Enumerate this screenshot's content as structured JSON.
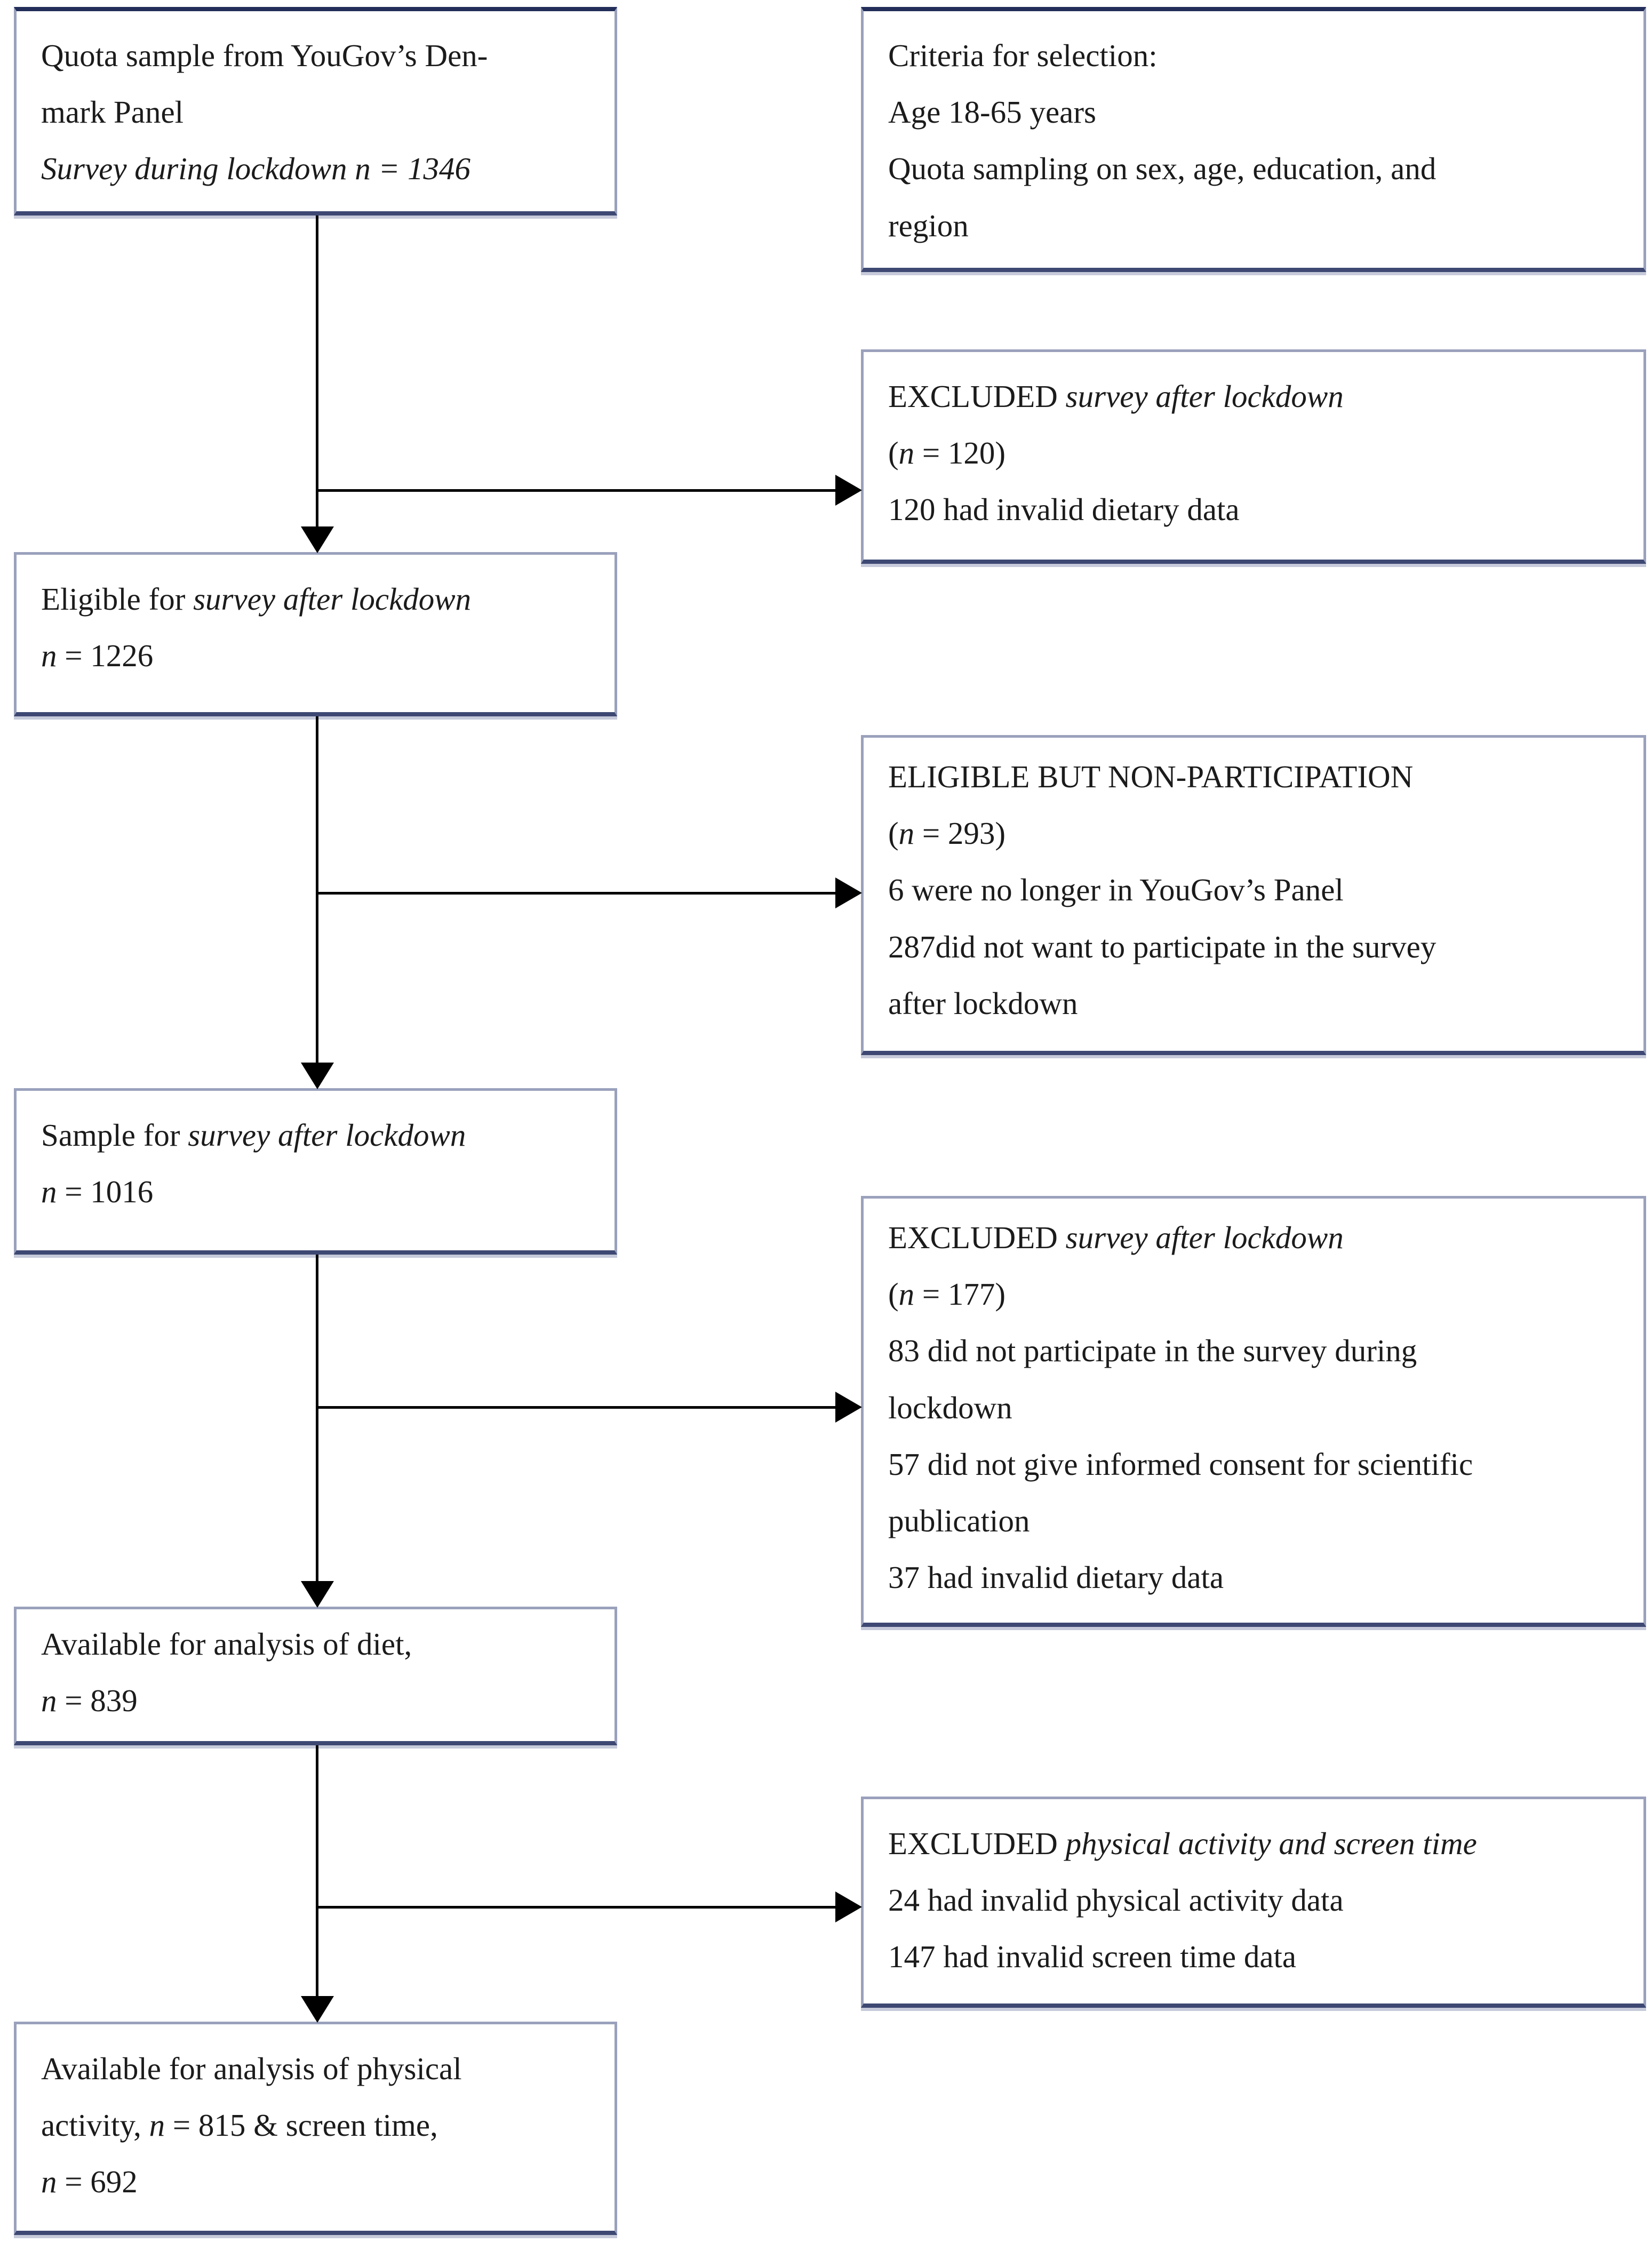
{
  "colors": {
    "slate": "#9aa1bc",
    "slate_dark": "#3e4873",
    "navy": "#222d59",
    "ink": "#1b1b1b",
    "line": "#000000",
    "shadow": "#c6cada",
    "bg": "#ffffff"
  },
  "boxes": {
    "quota_sample": {
      "lines": [
        [
          {
            "t": "Quota sample from YouGov’s Den-"
          }
        ],
        [
          {
            "t": "mark Panel"
          }
        ],
        [
          {
            "t": "Survey during lockdown n = 1346",
            "i": true
          }
        ]
      ]
    },
    "criteria": {
      "lines": [
        [
          {
            "t": "Criteria for selection:"
          }
        ],
        [
          {
            "t": "Age 18-65 years"
          }
        ],
        [
          {
            "t": "Quota sampling on sex, age, education, and"
          }
        ],
        [
          {
            "t": "region"
          }
        ]
      ]
    },
    "excluded_first": {
      "lines": [
        [
          {
            "t": "EXCLUDED "
          },
          {
            "t": "survey after lockdown",
            "i": true
          }
        ],
        [
          {
            "t": "("
          },
          {
            "t": "n",
            "i": true
          },
          {
            "t": " = 120)"
          }
        ],
        [
          {
            "t": "120 had invalid dietary data"
          }
        ]
      ]
    },
    "eligible": {
      "lines": [
        [
          {
            "t": "Eligible for "
          },
          {
            "t": "survey after lockdown",
            "i": true
          }
        ],
        [
          {
            "t": "n",
            "i": true
          },
          {
            "t": " = 1226"
          }
        ]
      ]
    },
    "non_participation": {
      "lines": [
        [
          {
            "t": "ELIGIBLE BUT NON-PARTICIPATION"
          }
        ],
        [
          {
            "t": "("
          },
          {
            "t": "n",
            "i": true
          },
          {
            "t": " = 293)"
          }
        ],
        [
          {
            "t": "6 were no longer in YouGov’s Panel"
          }
        ],
        [
          {
            "t": "287did not want to participate in the survey"
          }
        ],
        [
          {
            "t": "after lockdown"
          }
        ]
      ]
    },
    "sample_after": {
      "lines": [
        [
          {
            "t": "Sample for "
          },
          {
            "t": "survey after lockdown",
            "i": true
          }
        ],
        [
          {
            "t": "n",
            "i": true
          },
          {
            "t": " = 1016"
          }
        ]
      ]
    },
    "excluded_second": {
      "lines": [
        [
          {
            "t": "EXCLUDED "
          },
          {
            "t": "survey after lockdown",
            "i": true
          }
        ],
        [
          {
            "t": "("
          },
          {
            "t": "n",
            "i": true
          },
          {
            "t": " = 177)"
          }
        ],
        [
          {
            "t": "83 did not participate in the survey during"
          }
        ],
        [
          {
            "t": "lockdown"
          }
        ],
        [
          {
            "t": "57 did not give informed consent for scientific"
          }
        ],
        [
          {
            "t": "publication"
          }
        ],
        [
          {
            "t": "37 had invalid dietary data"
          }
        ]
      ]
    },
    "available_diet": {
      "lines": [
        [
          {
            "t": "Available for analysis of diet,"
          }
        ],
        [
          {
            "t": "n",
            "i": true
          },
          {
            "t": " = 839"
          }
        ]
      ]
    },
    "excluded_pa": {
      "lines": [
        [
          {
            "t": "EXCLUDED "
          },
          {
            "t": "physical activity and screen time",
            "i": true
          }
        ],
        [
          {
            "t": "24 had invalid physical activity data"
          }
        ],
        [
          {
            "t": "147 had invalid screen time data"
          }
        ]
      ]
    },
    "available_pa": {
      "lines": [
        [
          {
            "t": "Available for analysis of physical"
          }
        ],
        [
          {
            "t": "activity, "
          },
          {
            "t": "n",
            "i": true
          },
          {
            "t": " = 815 & screen time,"
          }
        ],
        [
          {
            "t": "n",
            "i": true
          },
          {
            "t": " = 692"
          }
        ]
      ]
    }
  }
}
